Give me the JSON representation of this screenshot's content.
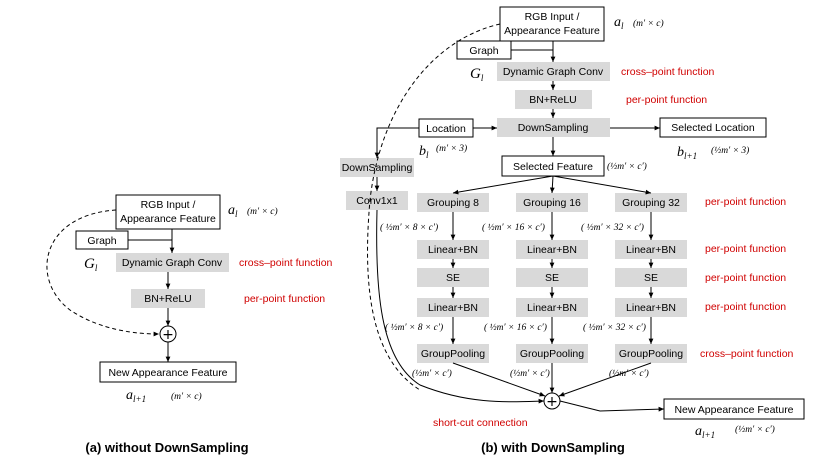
{
  "left": {
    "input_line1": "RGB Input /",
    "input_line2": "Appearance Feature",
    "input_math": "a",
    "input_math_sub": "l",
    "input_dim": "(m′ × c)",
    "graph": "Graph",
    "graph_math": "G",
    "graph_math_sub": "l",
    "dgc": "Dynamic Graph Conv",
    "dgc_note": "cross–point function",
    "bnrelu": "BN+ReLU",
    "bnrelu_note": "per-point function",
    "plus": "+",
    "output": "New Appearance Feature",
    "output_math": "a",
    "output_math_sub": "l+1",
    "output_dim": "(m′ × c)",
    "caption": "(a) without DownSampling"
  },
  "right": {
    "input_line1": "RGB Input /",
    "input_line2": "Appearance Feature",
    "input_math": "a",
    "input_math_sub": "l",
    "input_dim": "(m′ × c)",
    "graph": "Graph",
    "graph_math": "G",
    "graph_math_sub": "l",
    "dgc": "Dynamic Graph Conv",
    "dgc_note": "cross–point function",
    "bnrelu": "BN+ReLU",
    "bnrelu_note": "per-point function",
    "location": "Location",
    "location_math": "b",
    "location_math_sub": "l",
    "location_dim": "(m′ × 3)",
    "downsampling": "DownSampling",
    "selected_location": "Selected Location",
    "selected_location_math": "b",
    "selected_location_math_sub": "l+1",
    "selected_location_dim": "(½m′ × 3)",
    "downsampling_side": "DownSampling",
    "conv": "Conv1x1",
    "selected_feature": "Selected Feature",
    "selected_feature_dim": "(½m′ × c′)",
    "groups": [
      {
        "grouping": "Grouping 8",
        "dim_in": "( ½m′ × 8 × c′)",
        "linear1": "Linear+BN",
        "se": "SE",
        "linear2": "Linear+BN",
        "dim_mid": "( ½m′ × 8 × c′)",
        "pool": "GroupPooling",
        "dim_out": "(½m′ × c′)"
      },
      {
        "grouping": "Grouping 16",
        "dim_in": "( ½m′ × 16 × c′)",
        "linear1": "Linear+BN",
        "se": "SE",
        "linear2": "Linear+BN",
        "dim_mid": "( ½m′ × 16 × c′)",
        "pool": "GroupPooling",
        "dim_out": "(½m′ × c′)"
      },
      {
        "grouping": "Grouping 32",
        "dim_in": "( ½m′ × 32 × c′)",
        "linear1": "Linear+BN",
        "se": "SE",
        "linear2": "Linear+BN",
        "dim_mid": "( ½m′ × 32 × c′)",
        "pool": "GroupPooling",
        "dim_out": "(½m′ × c′)"
      }
    ],
    "notes": {
      "grouping": "per-point function",
      "linear1": "per-point function",
      "se": "per-point function",
      "linear2": "per-point function",
      "pool": "cross–point function"
    },
    "plus": "+",
    "shortcut": "short-cut connection",
    "output": "New Appearance Feature",
    "output_math": "a",
    "output_math_sub": "l+1",
    "output_dim": "(½m′ × c′)",
    "caption": "(b) with DownSampling"
  },
  "colors": {
    "node_fill": "#d9d9d9",
    "annotation_red": "#d00000",
    "line": "#000000"
  }
}
